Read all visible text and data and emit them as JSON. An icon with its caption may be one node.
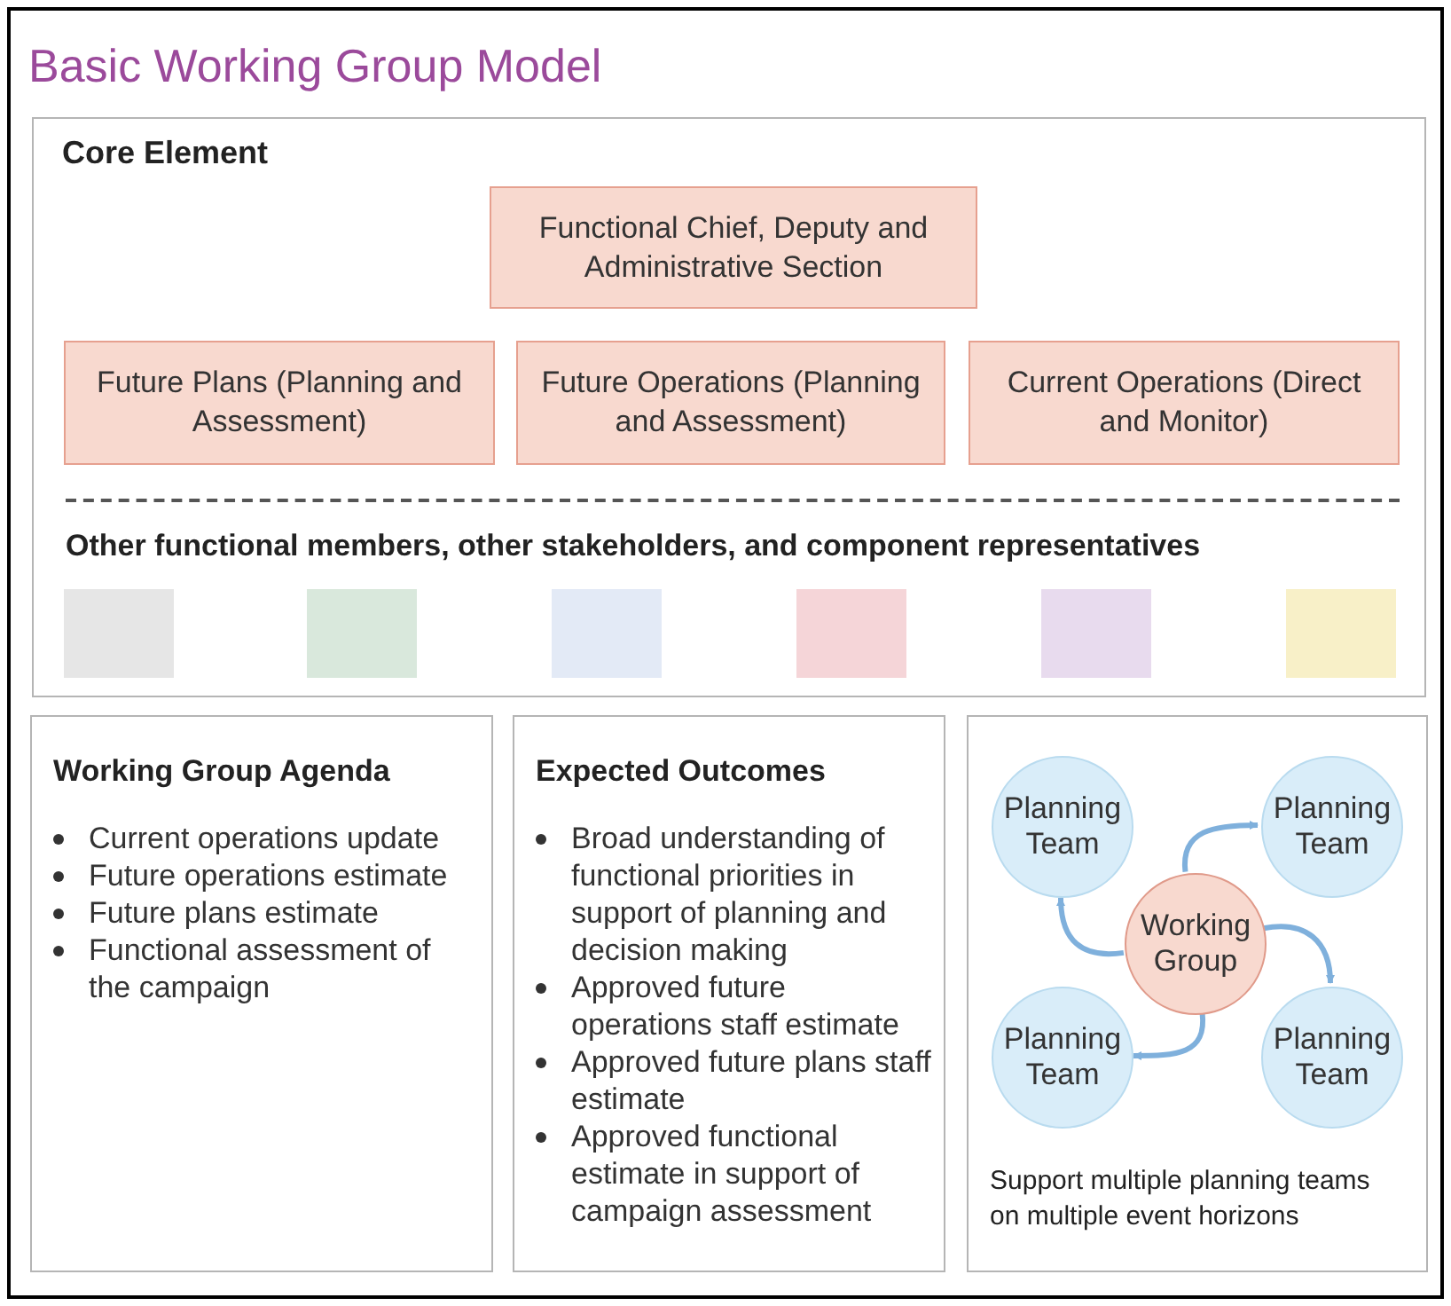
{
  "diagram": {
    "title": "Basic Working Group Model",
    "nodes": [
      {
        "text": [
          "Core Element",
          "Other functional members, other stakeholders, and component representatives"
        ]
      },
      {
        "text": [
          "Functional Chief, Deputy and Administrative Section"
        ],
        "in": 0
      },
      {
        "text": [
          "Future Plans (Planning and Assessment)"
        ],
        "in": 0
      },
      {
        "text": [
          "Future Operations (Planning and Assessment)"
        ],
        "in": 0
      },
      {
        "text": [
          "Current Operations (Direct and Monitor)"
        ],
        "in": 0
      },
      {
        "text": [],
        "shape": "box",
        "in": 0
      },
      {
        "text": [],
        "shape": "box",
        "in": 0
      },
      {
        "text": [],
        "shape": "box",
        "in": 0
      },
      {
        "text": [],
        "shape": "box",
        "in": 0
      },
      {
        "text": [],
        "shape": "box",
        "in": 0
      },
      {
        "text": [],
        "shape": "box",
        "in": 0
      },
      {
        "text": [
          "Working Group Agenda",
          "Current operations update",
          "Future operations estimate",
          "Future plans estimate",
          "Functional assessment of the campaign"
        ]
      },
      {
        "text": [
          "Expected Outcomes",
          "Broad understanding of functional priorities in support of planning and decision making",
          "Approved future operations staff estimate",
          "Approved future plans staff estimate",
          "Approved functional estimate in support of campaign assessment"
        ]
      },
      {
        "text": [
          "Support multiple planning teams on multiple event horizons"
        ]
      },
      {
        "text": [
          "Planning Team"
        ],
        "in": 13
      },
      {
        "text": [
          "Planning Team"
        ],
        "in": 13
      },
      {
        "text": [
          "Working Group"
        ],
        "in": 13
      },
      {
        "text": [
          "Planning Team"
        ],
        "in": 13
      },
      {
        "text": [
          "Planning Team"
        ],
        "in": 13
      }
    ],
    "edges": [
      {
        "from": 16,
        "to": 15,
        "arrow": "to"
      },
      {
        "from": 16,
        "to": 14,
        "arrow": "to"
      },
      {
        "from": 16,
        "to": 18,
        "arrow": "to"
      },
      {
        "from": 16,
        "to": 17,
        "arrow": "to"
      }
    ]
  }
}
